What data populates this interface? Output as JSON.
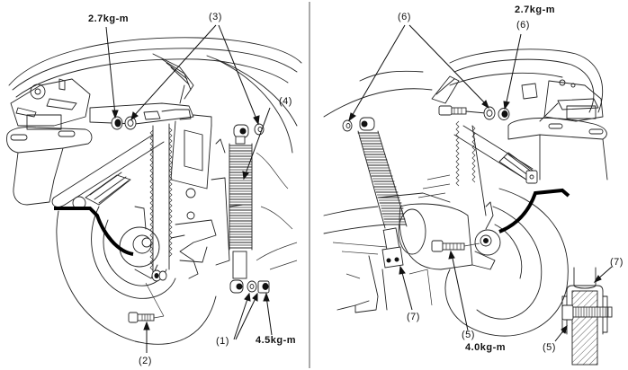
{
  "figure": {
    "title": "Rear shock absorber installation",
    "panels": [
      {
        "id": "left",
        "view": "left side",
        "callouts": [
          {
            "id": "torque-upper-left",
            "text": "2.7kg-m"
          },
          {
            "id": "ref-3",
            "text": "(3)"
          },
          {
            "id": "ref-4",
            "text": "(4)"
          },
          {
            "id": "ref-1",
            "text": "(1)"
          },
          {
            "id": "torque-lower-left",
            "text": "4.5kg-m"
          },
          {
            "id": "ref-2",
            "text": "(2)"
          }
        ]
      },
      {
        "id": "right",
        "view": "right side",
        "callouts": [
          {
            "id": "ref-6-left",
            "text": "(6)"
          },
          {
            "id": "torque-upper-right",
            "text": "2.7kg-m"
          },
          {
            "id": "ref-6-right",
            "text": "(6)"
          },
          {
            "id": "ref-7",
            "text": "(7)"
          },
          {
            "id": "ref-5",
            "text": "(5)"
          },
          {
            "id": "torque-lower-right",
            "text": "4.0kg-m"
          }
        ]
      },
      {
        "id": "detail",
        "view": "cross-section detail",
        "callouts": [
          {
            "id": "detail-ref-7",
            "text": "(7)"
          },
          {
            "id": "detail-ref-5",
            "text": "(5)"
          }
        ]
      }
    ]
  },
  "labels": {
    "torque_27_left": "2.7kg-m",
    "ref_3": "(3)",
    "ref_4": "(4)",
    "ref_1": "(1)",
    "torque_45": "4.5kg-m",
    "ref_2": "(2)",
    "ref_6_a": "(6)",
    "torque_27_right": "2.7kg-m",
    "ref_6_b": "(6)",
    "ref_7": "(7)",
    "ref_5": "(5)",
    "torque_40": "4.0kg-m",
    "detail_ref_7": "(7)",
    "detail_ref_5": "(5)"
  }
}
